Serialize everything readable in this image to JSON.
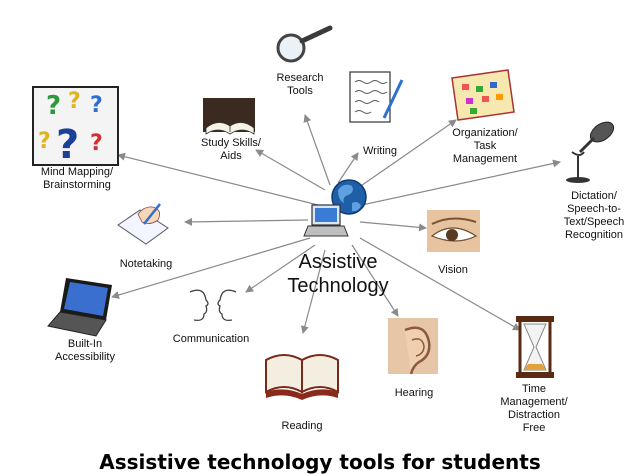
{
  "center": {
    "title_line1": "Assistive",
    "title_line2": "Technology"
  },
  "nodes": {
    "research": "Research\nTools",
    "study": "Study Skills/\nAids",
    "writing": "Writing",
    "organization": "Organization/\nTask\nManagement",
    "dictation": "Dictation/\nSpeech-to-\nText/Speech\nRecognition",
    "mindmap": "Mind Mapping/\nBrainstorming",
    "notetaking": "Notetaking",
    "vision": "Vision",
    "builtin": "Built-In\nAccessibility",
    "communication": "Communication",
    "reading": "Reading",
    "hearing": "Hearing",
    "time": "Time\nManagement/\nDistraction\nFree"
  },
  "caption": "Assistive technology tools for students",
  "colors": {
    "arrow": "#8a8a8a",
    "globe": "#1f5fa8",
    "accent": "#2f6fd0"
  }
}
